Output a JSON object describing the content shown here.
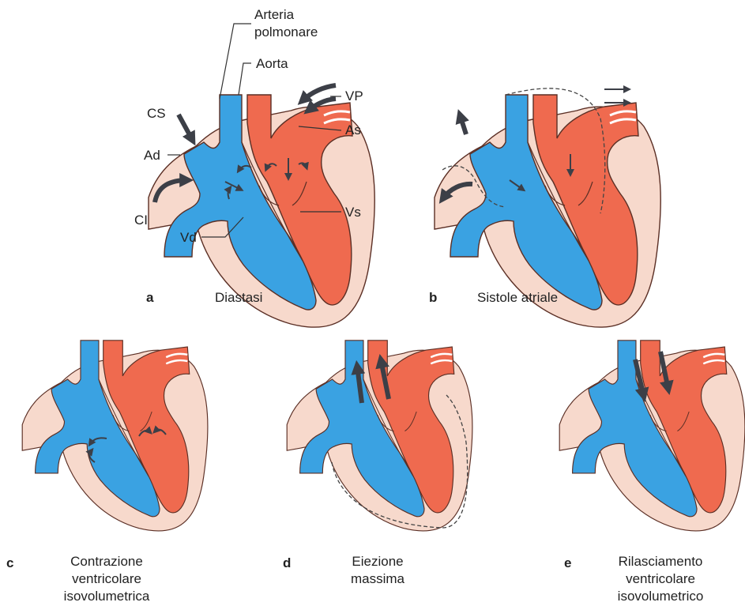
{
  "colors": {
    "pericardium": "#f7d9cc",
    "right_heart": "#3aa2e2",
    "left_heart": "#ef6a4f",
    "outline": "#5b2f25",
    "arrow": "#3c3f47"
  },
  "labels": {
    "arteria": "Arteria",
    "polmonare": "polmonare",
    "aorta": "Aorta",
    "vp": "VP",
    "cs": "CS",
    "ad": "Ad",
    "as": "As",
    "vs": "Vs",
    "ci": "CI",
    "vd": "Vd"
  },
  "panels": [
    {
      "letter": "a",
      "caption_lines": [
        "Diastasi"
      ]
    },
    {
      "letter": "b",
      "caption_lines": [
        "Sistole atriale"
      ]
    },
    {
      "letter": "c",
      "caption_lines": [
        "Contrazione",
        "ventricolare",
        "isovolumetrica"
      ]
    },
    {
      "letter": "d",
      "caption_lines": [
        "Eiezione",
        "massima"
      ]
    },
    {
      "letter": "e",
      "caption_lines": [
        "Rilasciamento",
        "ventricolare",
        "isovolumetrico"
      ]
    }
  ]
}
